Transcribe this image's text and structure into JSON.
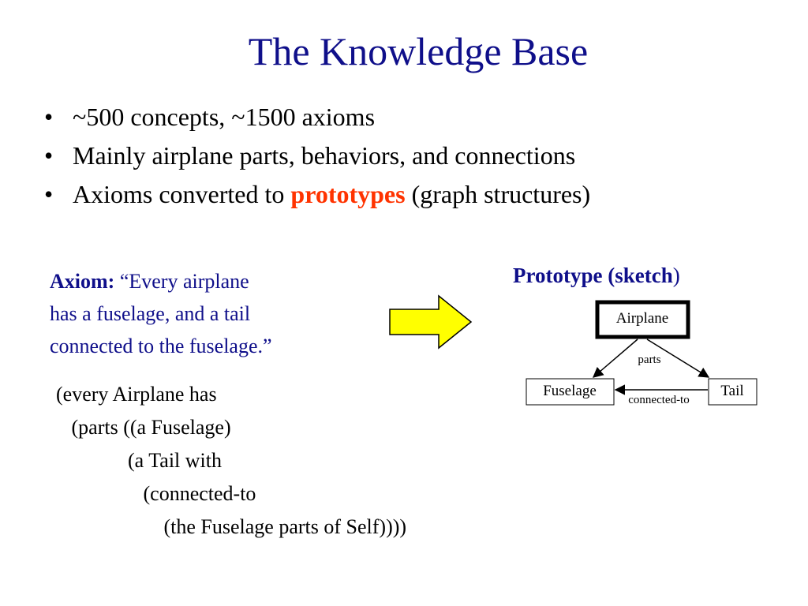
{
  "title": "The Knowledge Base",
  "bullets": [
    {
      "marker": "•",
      "text": "~500 concepts, ~1500 axioms"
    },
    {
      "marker": "•",
      "text": "Mainly airplane parts, behaviors, and connections"
    },
    {
      "marker": "•",
      "pre": "Axioms converted to ",
      "highlight": "prototypes",
      "post": " (graph structures)"
    }
  ],
  "axiom": {
    "label": "Axiom:",
    "lines": [
      "“Every airplane",
      "has a fuselage, and a tail",
      "connected to the fuselage.”"
    ]
  },
  "prototype": {
    "title_bold": "Prototype (sketch",
    "title_end": ")",
    "nodes": {
      "root": "Airplane",
      "left": "Fuselage",
      "right": "Tail"
    },
    "edges": {
      "parts": "parts",
      "connected": "connected-to"
    }
  },
  "code_lines": [
    "(every Airplane has",
    "   (parts ((a Fuselage)",
    "              (a Tail with",
    "                 (connected-to",
    "                     (the Fuselage parts of Self))))"
  ],
  "colors": {
    "title": "#0f0f8a",
    "highlight": "#ff3300",
    "arrow_fill": "#ffff00"
  }
}
